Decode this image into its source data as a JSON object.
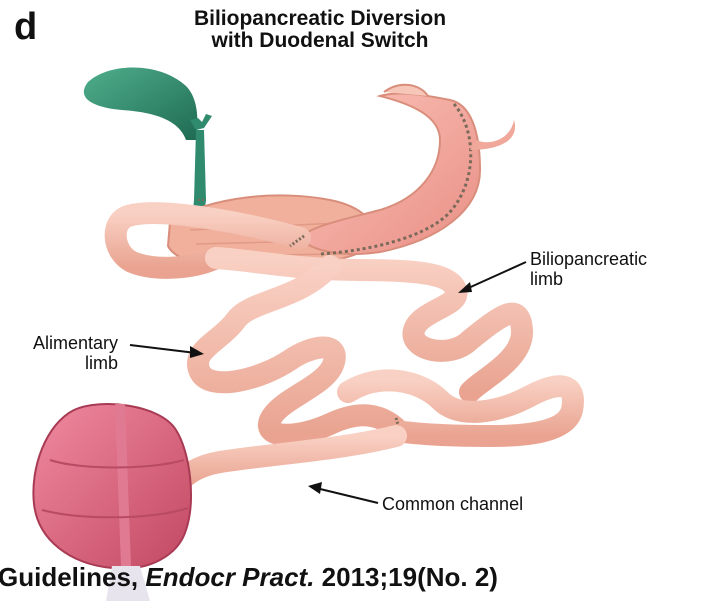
{
  "panel_letter": "d",
  "title": {
    "line1": "Biliopancreatic Diversion",
    "line2": "with Duodenal Switch"
  },
  "labels": {
    "biliopancreatic_line1": "Biliopancreatic",
    "biliopancreatic_line2": "limb",
    "alimentary_line1": "Alimentary",
    "alimentary_line2": "limb",
    "common_channel": "Common channel"
  },
  "citation": {
    "part1": "Guidelines, ",
    "journal": "Endocr Pract.",
    "part2": " 2013;19(No. 2)"
  },
  "colors": {
    "intestine": "#f2b7a6",
    "intestine_shadow": "#d98e7c",
    "stomach": "#f4a9a2",
    "gallbladder": "#2f8a6e",
    "colon": "#d9607a",
    "staples": "#7a6a5a"
  }
}
